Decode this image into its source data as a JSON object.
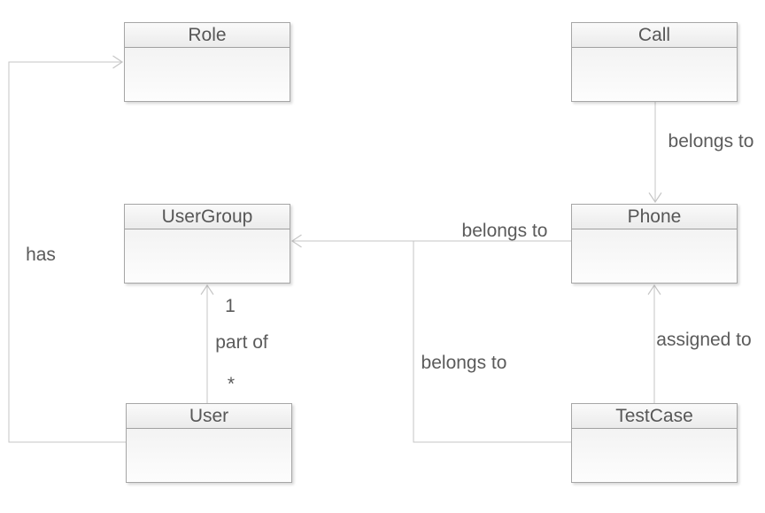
{
  "diagram": {
    "type": "uml-class-diagram",
    "classes": [
      {
        "name": "Role"
      },
      {
        "name": "Call"
      },
      {
        "name": "UserGroup"
      },
      {
        "name": "Phone"
      },
      {
        "name": "User"
      },
      {
        "name": "TestCase"
      }
    ],
    "relationships": [
      {
        "from": "User",
        "to": "Role",
        "label": "has"
      },
      {
        "from": "Call",
        "to": "Phone",
        "label": "belongs to"
      },
      {
        "from": "Phone",
        "to": "UserGroup",
        "label": "belongs to"
      },
      {
        "from": "TestCase",
        "to": "UserGroup",
        "label": "belongs to"
      },
      {
        "from": "User",
        "to": "UserGroup",
        "label": "part of",
        "target_multiplicity": "1",
        "source_multiplicity": "*"
      },
      {
        "from": "TestCase",
        "to": "Phone",
        "label": "assigned to"
      }
    ],
    "colors": {
      "background": "#ffffff",
      "box_border": "#a6a6a6",
      "box_fill_top": "#fafafa",
      "box_fill_bottom": "#fdfdfd",
      "edge": "#c6c6c6",
      "text": "#5b5b5b"
    }
  }
}
